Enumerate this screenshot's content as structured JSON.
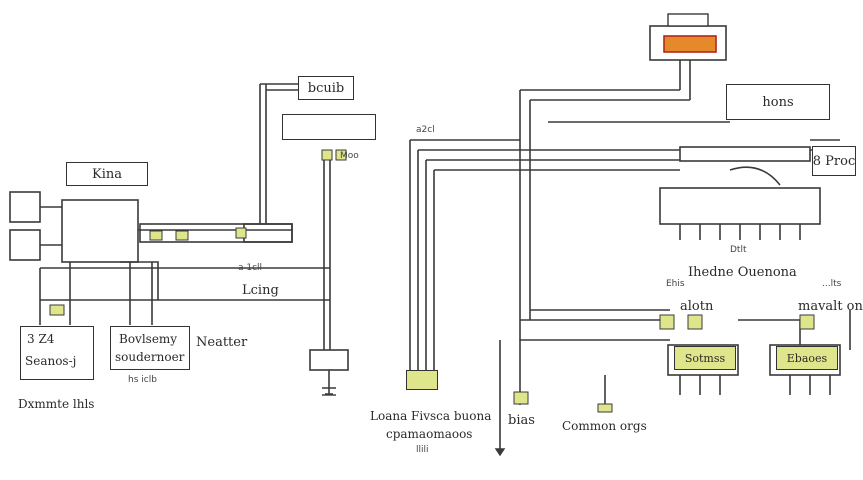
{
  "labels": {
    "top_left_box": "bcuib",
    "top_right_box": "hons",
    "left_center_box": "Kina",
    "right_edge_box": "8 Proc",
    "mid_small_1": "a 1cll",
    "mid_small_2": "Lcing",
    "left_bottom_box": "Seanos-j",
    "left_bottom_box_sub": "3  Z4",
    "left_bottom_caption": "Dxmmte lhls",
    "center_box_line1": "Bovlsemy",
    "center_box_line2": "soudernoer",
    "center_box_caption": "hs iclb",
    "heater": "Neatter",
    "bottom_center_line1": "Loana Fivsca buona",
    "bottom_center_line2": "cpamaomaoos",
    "bottom_center_sub": "llili",
    "bias": "bias",
    "common": "Common orgs",
    "right_heading": "Ihedne Ouenona",
    "right_left_label": "Ehis",
    "right_mid_label": "alotn",
    "right_right_label": "mavalt on",
    "right_small_label": "...lts",
    "yellow_box_1": "Sotmss",
    "yellow_box_2": "Ebaoes",
    "mid_tag": "Dtlt",
    "top_tag": "a2cl",
    "top_tag2": "Moo"
  },
  "colors": {
    "wire": "#3a3a3a",
    "accent_yellow": "#dfe58a",
    "accent_orange": "#e58a2a",
    "accent_red": "#b4261e"
  }
}
